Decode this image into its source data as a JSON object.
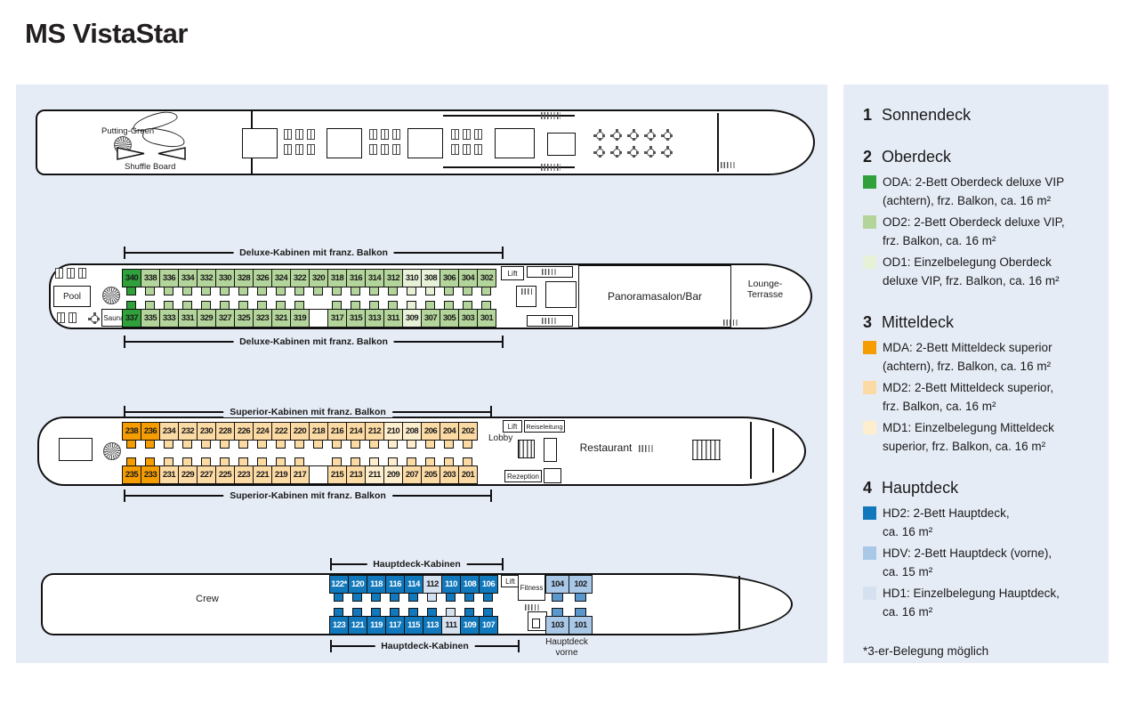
{
  "title": "MS VistaStar",
  "colors": {
    "panel": "#e6ecf6",
    "oda": "#2fa03a",
    "od2": "#b3d49a",
    "od1": "#e7f1d8",
    "mda": "#f59c00",
    "md2": "#fcdaa4",
    "md1": "#fdeecd",
    "hd2": "#1278bc",
    "hdv": "#a9c7e6",
    "hd1": "#d6e1f0"
  },
  "ships": {
    "sonnendeck": {
      "putting_green": "Putting-Green",
      "shuffle_board": "Shuffle Board"
    },
    "oberdeck": {
      "bracket_top": "Deluxe-Kabinen mit franz. Balkon",
      "bracket_bottom": "Deluxe-Kabinen mit franz. Balkon",
      "pool": "Pool",
      "sauna": "Sauna",
      "lift": "Lift",
      "salon": "Panoramasalon/Bar",
      "lounge": "Lounge-\nTerrasse",
      "cabins_top": [
        {
          "n": "340",
          "c": "oda"
        },
        {
          "n": "338",
          "c": "od2"
        },
        {
          "n": "336",
          "c": "od2"
        },
        {
          "n": "334",
          "c": "od2"
        },
        {
          "n": "332",
          "c": "od2"
        },
        {
          "n": "330",
          "c": "od2"
        },
        {
          "n": "328",
          "c": "od2"
        },
        {
          "n": "326",
          "c": "od2"
        },
        {
          "n": "324",
          "c": "od2"
        },
        {
          "n": "322",
          "c": "od2"
        },
        {
          "n": "320",
          "c": "od2"
        },
        {
          "n": "318",
          "c": "od2"
        },
        {
          "n": "316",
          "c": "od2"
        },
        {
          "n": "314",
          "c": "od2"
        },
        {
          "n": "312",
          "c": "od2"
        },
        {
          "n": "310",
          "c": "od1"
        },
        {
          "n": "308",
          "c": "od1"
        },
        {
          "n": "306",
          "c": "od2"
        },
        {
          "n": "304",
          "c": "od2"
        },
        {
          "n": "302",
          "c": "od2"
        }
      ],
      "cabins_bottom": [
        {
          "n": "337",
          "c": "oda"
        },
        {
          "n": "335",
          "c": "od2"
        },
        {
          "n": "333",
          "c": "od2"
        },
        {
          "n": "331",
          "c": "od2"
        },
        {
          "n": "329",
          "c": "od2"
        },
        {
          "n": "327",
          "c": "od2"
        },
        {
          "n": "325",
          "c": "od2"
        },
        {
          "n": "323",
          "c": "od2"
        },
        {
          "n": "321",
          "c": "od2"
        },
        {
          "n": "319",
          "c": "od2"
        },
        {
          "n": "",
          "c": "gap"
        },
        {
          "n": "317",
          "c": "od2"
        },
        {
          "n": "315",
          "c": "od2"
        },
        {
          "n": "313",
          "c": "od2"
        },
        {
          "n": "311",
          "c": "od2"
        },
        {
          "n": "309",
          "c": "od1"
        },
        {
          "n": "307",
          "c": "od2"
        },
        {
          "n": "305",
          "c": "od2"
        },
        {
          "n": "303",
          "c": "od2"
        },
        {
          "n": "301",
          "c": "od2"
        }
      ]
    },
    "mitteldeck": {
      "bracket_top": "Superior-Kabinen mit franz. Balkon",
      "bracket_bottom": "Superior-Kabinen mit franz. Balkon",
      "lift": "Lift",
      "reiseleitung": "Reiseleitung",
      "lobby": "Lobby",
      "rezeption": "Rezeption",
      "restaurant": "Restaurant",
      "cabins_top": [
        {
          "n": "238",
          "c": "mda"
        },
        {
          "n": "236",
          "c": "mda"
        },
        {
          "n": "234",
          "c": "md2"
        },
        {
          "n": "232",
          "c": "md2"
        },
        {
          "n": "230",
          "c": "md2"
        },
        {
          "n": "228",
          "c": "md2"
        },
        {
          "n": "226",
          "c": "md2"
        },
        {
          "n": "224",
          "c": "md2"
        },
        {
          "n": "222",
          "c": "md2"
        },
        {
          "n": "220",
          "c": "md2"
        },
        {
          "n": "218",
          "c": "md2"
        },
        {
          "n": "216",
          "c": "md2"
        },
        {
          "n": "214",
          "c": "md2"
        },
        {
          "n": "212",
          "c": "md2"
        },
        {
          "n": "210",
          "c": "md1"
        },
        {
          "n": "208",
          "c": "md1"
        },
        {
          "n": "206",
          "c": "md2"
        },
        {
          "n": "204",
          "c": "md2"
        },
        {
          "n": "202",
          "c": "md2"
        }
      ],
      "cabins_bottom": [
        {
          "n": "235",
          "c": "mda"
        },
        {
          "n": "233",
          "c": "mda"
        },
        {
          "n": "231",
          "c": "md2"
        },
        {
          "n": "229",
          "c": "md2"
        },
        {
          "n": "227",
          "c": "md2"
        },
        {
          "n": "225",
          "c": "md2"
        },
        {
          "n": "223",
          "c": "md2"
        },
        {
          "n": "221",
          "c": "md2"
        },
        {
          "n": "219",
          "c": "md2"
        },
        {
          "n": "217",
          "c": "md2"
        },
        {
          "n": "",
          "c": "gap"
        },
        {
          "n": "215",
          "c": "md2"
        },
        {
          "n": "213",
          "c": "md2"
        },
        {
          "n": "211",
          "c": "md1"
        },
        {
          "n": "209",
          "c": "md1"
        },
        {
          "n": "207",
          "c": "md2"
        },
        {
          "n": "205",
          "c": "md2"
        },
        {
          "n": "203",
          "c": "md2"
        },
        {
          "n": "201",
          "c": "md2"
        }
      ]
    },
    "hauptdeck": {
      "bracket_top": "Hauptdeck-Kabinen",
      "bracket_bottom": "Hauptdeck-Kabinen",
      "crew": "Crew",
      "lift": "Lift",
      "fitness": "Fitness",
      "vorne_label": "Hauptdeck\nvorne",
      "cabins_top": [
        {
          "n": "122*",
          "c": "hd2"
        },
        {
          "n": "120",
          "c": "hd2"
        },
        {
          "n": "118",
          "c": "hd2"
        },
        {
          "n": "116",
          "c": "hd2"
        },
        {
          "n": "114",
          "c": "hd2"
        },
        {
          "n": "112",
          "c": "hd1"
        },
        {
          "n": "110",
          "c": "hd2"
        },
        {
          "n": "108",
          "c": "hd2"
        },
        {
          "n": "106",
          "c": "hd2"
        }
      ],
      "cabins_bottom": [
        {
          "n": "123",
          "c": "hd2"
        },
        {
          "n": "121",
          "c": "hd2"
        },
        {
          "n": "119",
          "c": "hd2"
        },
        {
          "n": "117",
          "c": "hd2"
        },
        {
          "n": "115",
          "c": "hd2"
        },
        {
          "n": "113",
          "c": "hd2"
        },
        {
          "n": "111",
          "c": "hd1"
        },
        {
          "n": "109",
          "c": "hd2"
        },
        {
          "n": "107",
          "c": "hd2"
        }
      ],
      "cabins_fore_top": [
        {
          "n": "104",
          "c": "hdv"
        },
        {
          "n": "102",
          "c": "hdv"
        }
      ],
      "cabins_fore_bottom": [
        {
          "n": "103",
          "c": "hdv"
        },
        {
          "n": "101",
          "c": "hdv"
        }
      ]
    }
  },
  "legend": {
    "sections": [
      {
        "num": "1",
        "name": "Sonnendeck",
        "items": []
      },
      {
        "num": "2",
        "name": "Oberdeck",
        "items": [
          {
            "code": "oda",
            "text": "ODA: 2-Bett Oberdeck deluxe VIP\n(achtern), frz. Balkon, ca. 16 m²"
          },
          {
            "code": "od2",
            "text": "OD2: 2-Bett Oberdeck deluxe VIP,\nfrz. Balkon, ca. 16 m²"
          },
          {
            "code": "od1",
            "text": "OD1: Einzelbelegung Oberdeck\ndeluxe VIP, frz. Balkon, ca. 16 m²"
          }
        ]
      },
      {
        "num": "3",
        "name": "Mitteldeck",
        "items": [
          {
            "code": "mda",
            "text": "MDA: 2-Bett Mitteldeck superior\n(achtern), frz. Balkon, ca. 16 m²"
          },
          {
            "code": "md2",
            "text": "MD2: 2-Bett Mitteldeck superior,\nfrz. Balkon, ca. 16 m²"
          },
          {
            "code": "md1",
            "text": "MD1: Einzelbelegung Mitteldeck\nsuperior, frz. Balkon, ca. 16 m²"
          }
        ]
      },
      {
        "num": "4",
        "name": "Hauptdeck",
        "items": [
          {
            "code": "hd2",
            "text": "HD2: 2-Bett Hauptdeck,\nca. 16 m²"
          },
          {
            "code": "hdv",
            "text": "HDV: 2-Bett Hauptdeck (vorne),\nca. 15 m²"
          },
          {
            "code": "hd1",
            "text": "HD1: Einzelbelegung Hauptdeck,\nca. 16 m²"
          }
        ]
      }
    ],
    "footnote": "*3-er-Belegung möglich"
  }
}
